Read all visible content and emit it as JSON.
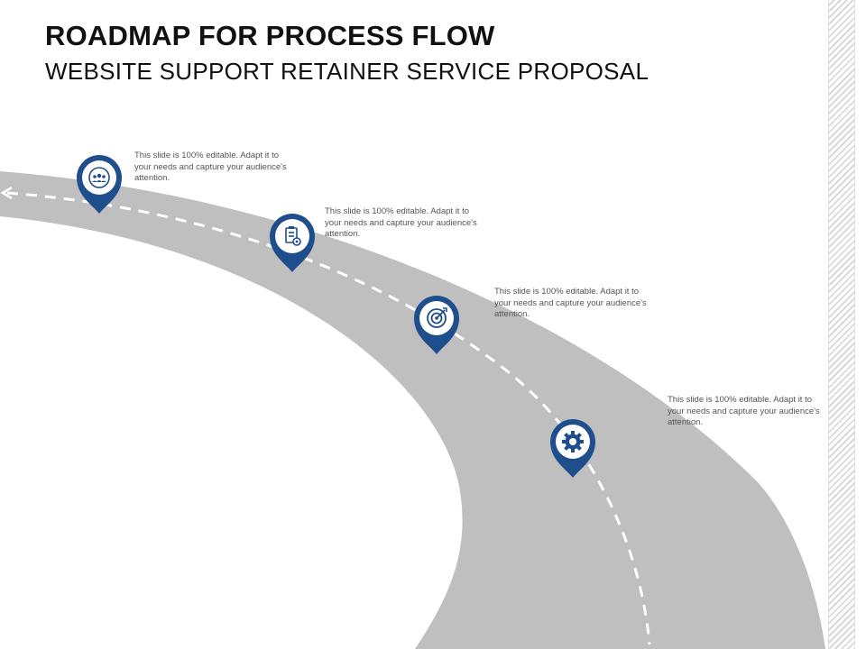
{
  "header": {
    "title": "ROADMAP FOR PROCESS FLOW",
    "subtitle": "WEBSITE SUPPORT RETAINER SERVICE PROPOSAL"
  },
  "colors": {
    "road": "#bfbfbf",
    "marker_fill": "#1f4e8c",
    "marker_inner": "#ffffff",
    "dash": "#ffffff"
  },
  "steps": [
    {
      "icon": "team-icon",
      "text": "This slide is 100% editable. Adapt it to your needs and capture your audience's attention."
    },
    {
      "icon": "clipboard-gear-icon",
      "text": "This slide is 100% editable. Adapt it to your needs and capture your audience's attention."
    },
    {
      "icon": "target-icon",
      "text": "This slide is 100% editable. Adapt it to your needs and capture your audience's attention."
    },
    {
      "icon": "gear-icon",
      "text": "This slide is 100% editable. Adapt it to your needs and capture your audience's attention."
    }
  ]
}
